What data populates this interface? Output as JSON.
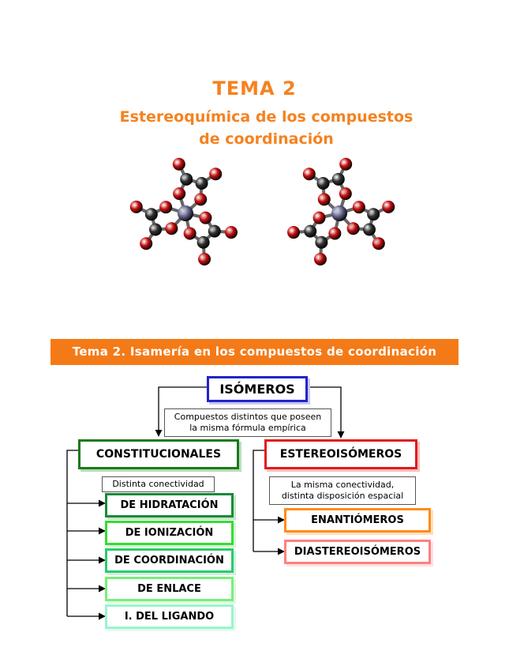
{
  "header": {
    "tema": "TEMA 2",
    "subtitle_line1": "Estereoquímica de los compuestos",
    "subtitle_line2": "de coordinación"
  },
  "banner": {
    "text": "Tema 2. Isamería en los compuestos de coordinación"
  },
  "diagram": {
    "root": {
      "label": "ISÓMEROS",
      "note": [
        "Compuestos distintos que poseen",
        "la misma fórmula empírica"
      ]
    },
    "constitutional": {
      "label": "CONSTITUCIONALES",
      "note": "Distinta conectividad",
      "children": [
        "DE HIDRATACIÓN",
        "DE IONIZACIÓN",
        "DE COORDINACIÓN",
        "DE ENLACE",
        "I. DEL LIGANDO"
      ]
    },
    "stereo": {
      "label": "ESTEREOISÓMEROS",
      "note": [
        "La misma conectividad,",
        "distinta disposición espacial"
      ],
      "children": [
        "ENANTIÓMEROS",
        "DIASTEREOISÓMEROS"
      ]
    }
  },
  "colors": {
    "title": "#f5821f",
    "banner": "#f47a18",
    "isomeros": "#2222cc",
    "constitucionales": "#1a7a1a",
    "estereoisomeros": "#e21a1a",
    "green_child": "#33dd33",
    "enantiomeros": "#ff8c1a",
    "diastereoisomeros": "#ff8080",
    "oxygen": "#cc1111",
    "carbon": "#333333",
    "metal": "#6e6e9a"
  }
}
